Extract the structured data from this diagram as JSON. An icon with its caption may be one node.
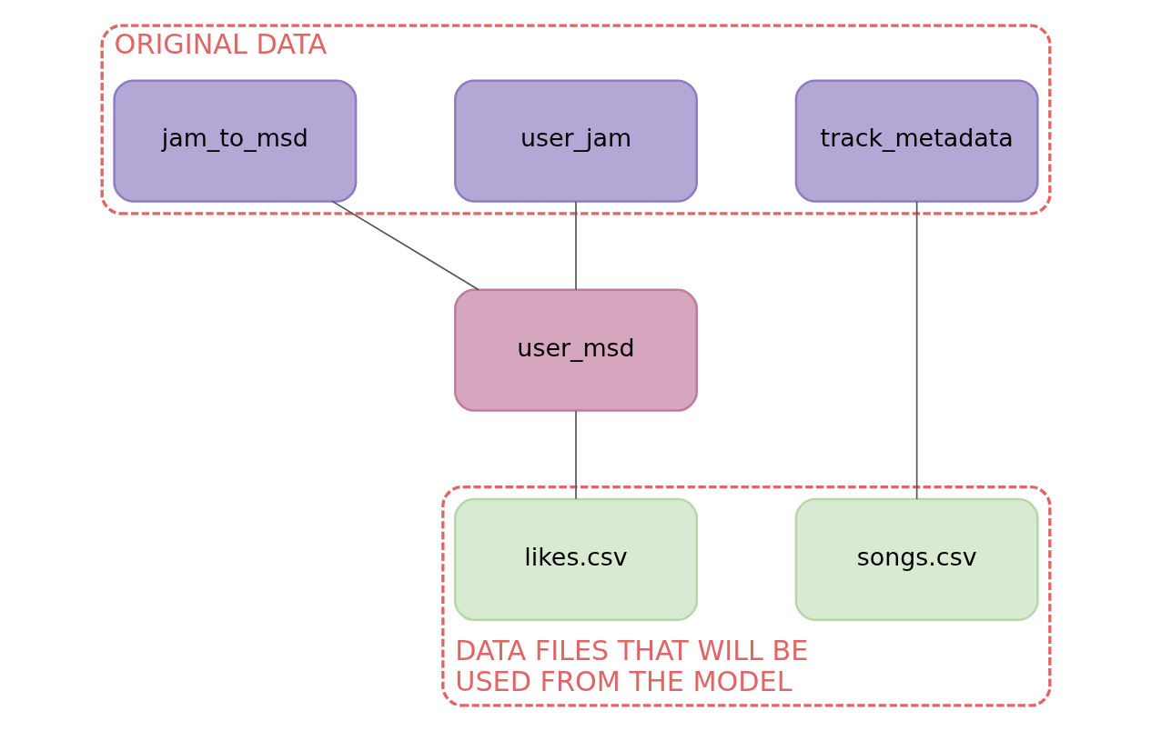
{
  "diagram": {
    "nodes": [
      {
        "text": [
          "ORIGINAL DATA"
        ]
      },
      {
        "text": [
          "user_jam"
        ],
        "in": 0
      },
      {
        "text": [
          "jam_to_msd"
        ],
        "in": 0
      },
      {
        "text": [
          "track_metadata"
        ],
        "in": 0
      },
      {
        "text": [
          "user_msd"
        ]
      },
      {
        "text": [
          "DATA FILES THAT WILL BE USED FROM THE MODEL"
        ]
      },
      {
        "text": [
          "likes.csv"
        ],
        "in": 5
      },
      {
        "text": [
          "songs.csv"
        ],
        "in": 5
      }
    ],
    "edges": [
      {
        "from": 1,
        "to": 4,
        "arrow": "none"
      },
      {
        "from": 2,
        "to": 4,
        "arrow": "none"
      },
      {
        "from": 4,
        "to": 6,
        "arrow": "none"
      },
      {
        "from": 3,
        "to": 7,
        "arrow": "none"
      }
    ]
  }
}
